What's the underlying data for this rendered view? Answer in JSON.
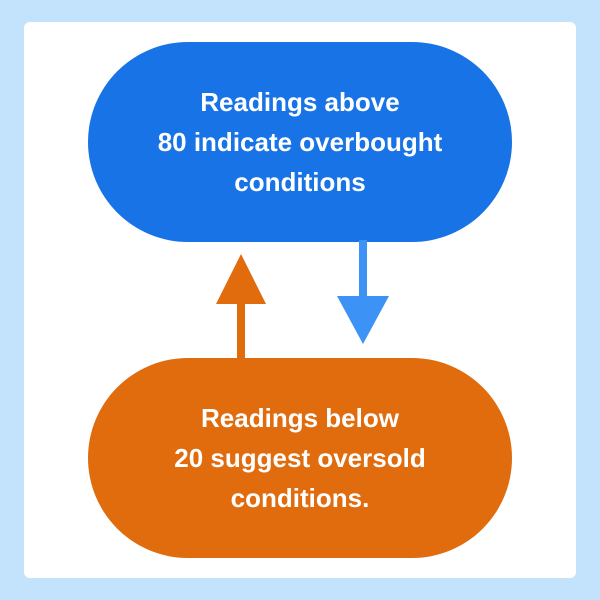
{
  "diagram": {
    "top_box": {
      "lines": [
        "Readings above",
        "80 indicate overbought",
        "conditions"
      ],
      "color": "#1873e6"
    },
    "bottom_box": {
      "lines": [
        "Readings below",
        "20 suggest oversold",
        "conditions."
      ],
      "color": "#e06c0e"
    },
    "arrow_down": {
      "color": "#3d93f5",
      "from": "top_box",
      "to": "bottom_box"
    },
    "arrow_up": {
      "color": "#e06c0e",
      "from": "bottom_box",
      "to": "top_box"
    },
    "background_color": "#c3e2fc"
  }
}
